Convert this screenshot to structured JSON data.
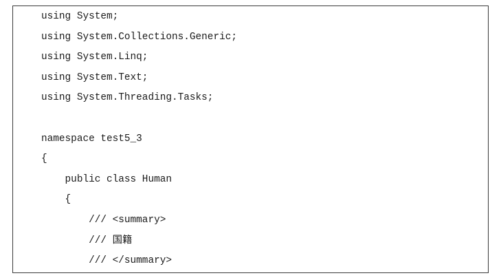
{
  "code": {
    "lines": [
      {
        "text": "using System;"
      },
      {
        "text": "using System.Collections.Generic;"
      },
      {
        "text": "using System.Linq;"
      },
      {
        "text": "using System.Text;"
      },
      {
        "text": "using System.Threading.Tasks;"
      },
      {
        "text": ""
      },
      {
        "text": "namespace test5_3"
      },
      {
        "text": "{"
      },
      {
        "text": "    public class Human"
      },
      {
        "text": "    {"
      },
      {
        "text": "        /// <summary>"
      },
      {
        "text": "        /// 国籍"
      },
      {
        "text": "        /// </summary>"
      }
    ]
  }
}
